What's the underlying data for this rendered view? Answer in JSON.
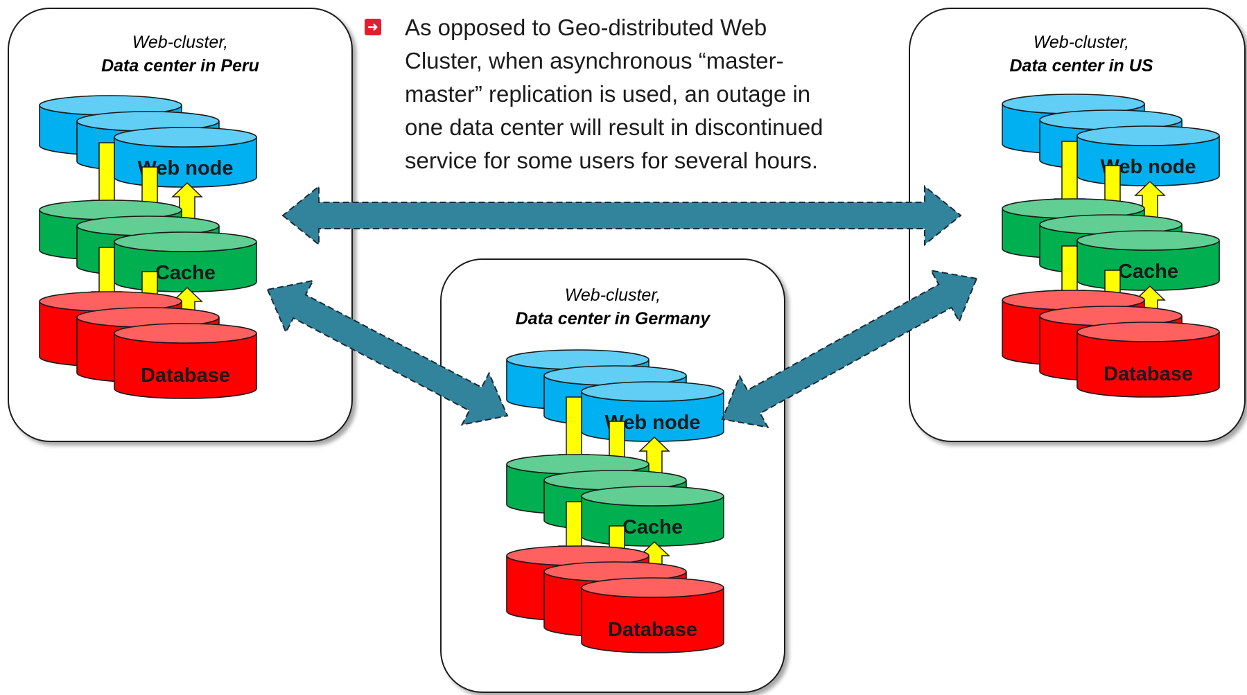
{
  "note": {
    "bullet_icon": "arrow-right-box-icon",
    "bullet_color": "#e0202a",
    "lines": [
      "As opposed to Geo-distributed Web",
      "Cluster, when asynchronous “master-",
      "master” replication is used,  an outage in",
      "one data center will result in discontinued",
      "service for some users for several hours."
    ]
  },
  "colors": {
    "web_node": "#00b0f0",
    "cache": "#00b050",
    "database": "#ff0000",
    "link_arrow": "#31849b",
    "tier_arrow": "#ffff00"
  },
  "clusters": [
    {
      "id": "peru",
      "title": "Web-cluster,",
      "location": "Data center in Peru",
      "web_label": "Web node",
      "cache_label": "Cache",
      "db_label": "Database"
    },
    {
      "id": "us",
      "title": "Web-cluster,",
      "location": "Data center in US",
      "web_label": "Web node",
      "cache_label": "Cache",
      "db_label": "Database"
    },
    {
      "id": "germany",
      "title": "Web-cluster,",
      "location": "Data center in Germany",
      "web_label": "Web node",
      "cache_label": "Cache",
      "db_label": "Database"
    }
  ]
}
